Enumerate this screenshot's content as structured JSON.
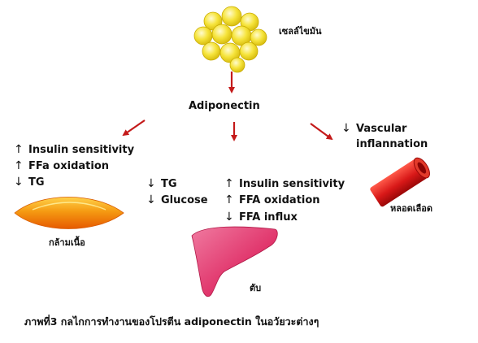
{
  "fat_cell_label": "เซลล์ไขมัน",
  "hormone": "Adiponectin",
  "muscle": {
    "effects": [
      {
        "arrow": "↑",
        "text": "Insulin sensitivity"
      },
      {
        "arrow": "↑",
        "text": "FFa oxidation"
      },
      {
        "arrow": "↓",
        "text": "TG"
      }
    ],
    "label": "กล้ามเนื้อ"
  },
  "center": {
    "blood_effects": [
      {
        "arrow": "↓",
        "text": "TG"
      },
      {
        "arrow": "↓",
        "text": "Glucose"
      }
    ],
    "liver_effects": [
      {
        "arrow": "↑",
        "text": "Insulin sensitivity"
      },
      {
        "arrow": "↑",
        "text": "FFA oxidation"
      },
      {
        "arrow": "↓",
        "text": "FFA influx"
      }
    ],
    "liver_label": "ตับ"
  },
  "vessel": {
    "effect_arrow": "↓",
    "effect_line1": "Vascular",
    "effect_line2": "inflannation",
    "label": "หลอดเลือด"
  },
  "caption_prefix": "ภาพที่3 กลไกการทำงานของโปรตีน",
  "caption_term": "adiponectin",
  "caption_suffix": "ในอวัยวะต่างๆ",
  "colors": {
    "arrow": "#c41a1a",
    "fat": "#f3e13a",
    "muscle": "#f08a12",
    "liver": "#e0336a",
    "vessel": "#d81818"
  }
}
